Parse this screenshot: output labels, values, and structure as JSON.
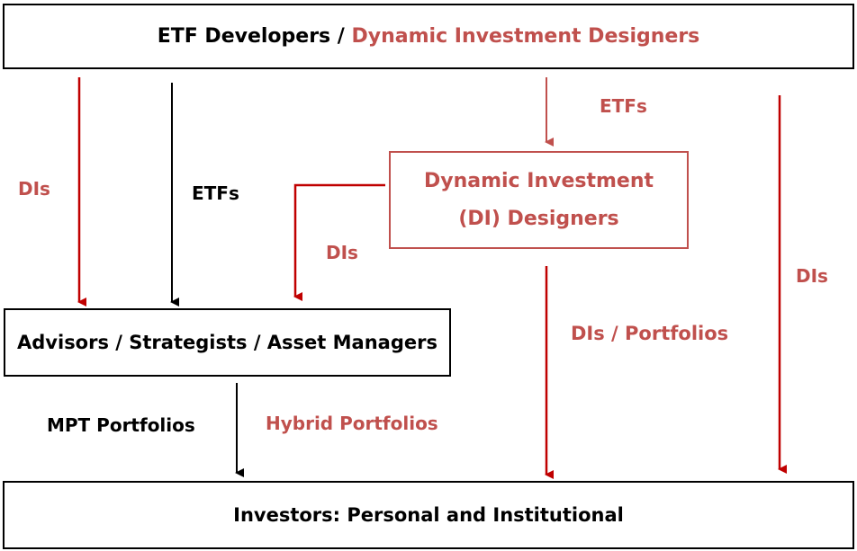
{
  "colors": {
    "accent_red": "#c0504d",
    "arrow_red": "#c00000",
    "black": "#000000"
  },
  "top_box": {
    "black_part": "ETF Developers / ",
    "red_part": "Dynamic Investment Designers"
  },
  "di_box": {
    "line1": "Dynamic Investment",
    "line2": "(DI) Designers"
  },
  "advisors_box": {
    "label": "Advisors / Strategists / Asset Managers"
  },
  "investors_box": {
    "label": "Investors: Personal and Institutional"
  },
  "labels": {
    "dis_left": "DIs",
    "etfs_left": "ETFs",
    "etfs_top": "ETFs",
    "dis_mid": "DIs",
    "dis_right": "DIs",
    "dis_portfolios": "DIs / Portfolios",
    "mpt_portfolios": "MPT Portfolios",
    "hybrid_portfolios": "Hybrid Portfolios"
  }
}
